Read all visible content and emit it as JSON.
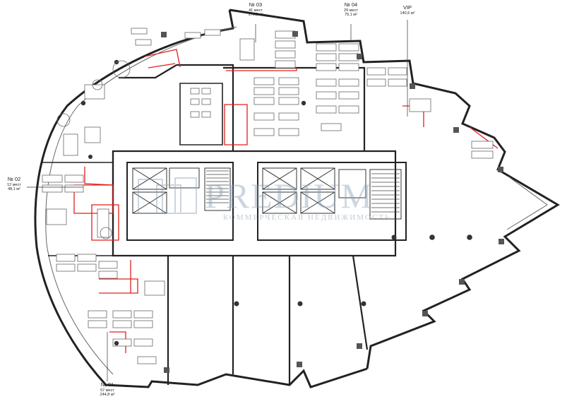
{
  "rooms": [
    {
      "id": "r03",
      "number": "№ 03",
      "capacity": "41 мест",
      "area": "176,3 м²"
    },
    {
      "id": "r04",
      "number": "№ 04",
      "capacity": "29 мест",
      "area": "75,1 м²"
    },
    {
      "id": "vip",
      "number": "VIP",
      "capacity": "",
      "area": "140,6 м²"
    },
    {
      "id": "r02",
      "number": "№ 02",
      "capacity": "12 мест",
      "area": "48,1 м²"
    },
    {
      "id": "r01",
      "number": "№ 01",
      "capacity": "57 мест",
      "area": "244,8 м²"
    }
  ],
  "watermark": {
    "brand": "PREDIUM",
    "tagline": "КОММЕРЧЕСКАЯ НЕДВИЖИМОСТЬ"
  },
  "colors": {
    "wall": "#222222",
    "highlight": "#e0201c",
    "line": "#555555",
    "desk": "#9a9a9a"
  }
}
